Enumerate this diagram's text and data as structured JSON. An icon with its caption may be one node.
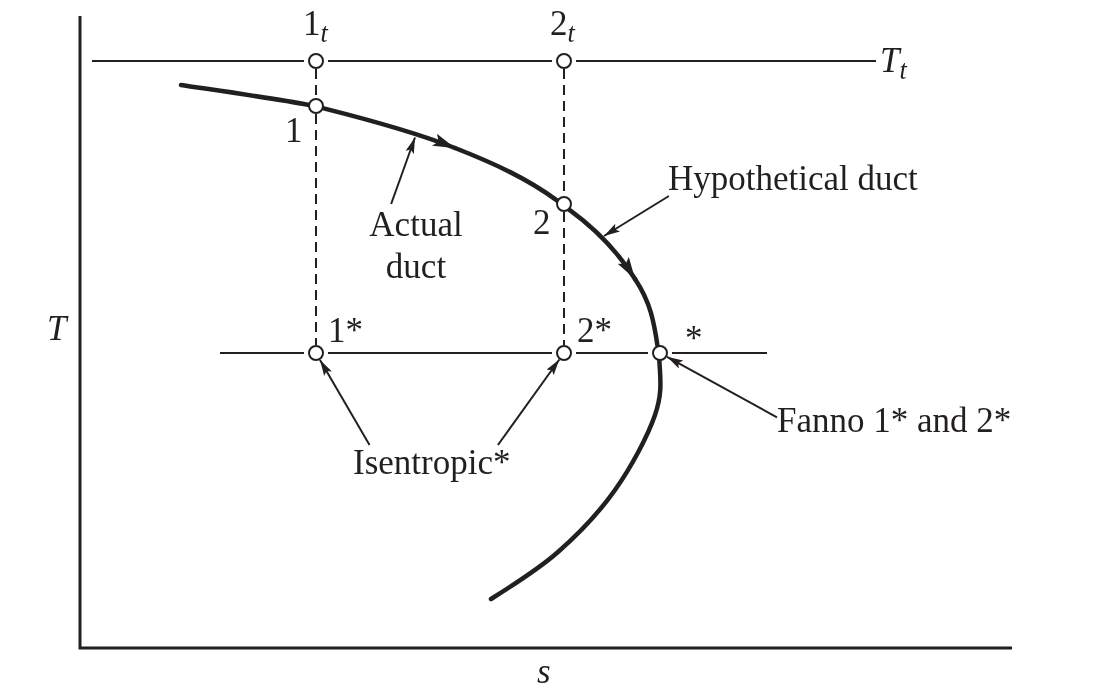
{
  "diagram": {
    "nodes": [
      {
        "text": [],
        "shape": "circle",
        "beside": [
          "1$_{t}$"
        ]
      },
      {
        "text": [],
        "shape": "circle",
        "beside": [
          "2$_{t}$"
        ]
      },
      {
        "text": [
          "T$_{t}$"
        ]
      },
      {
        "text": [],
        "shape": "circle",
        "beside": [
          "1"
        ]
      },
      {
        "text": [
          "Hypothetical duct"
        ]
      },
      {
        "text": [],
        "shape": "circle",
        "beside": [
          "2"
        ]
      },
      {
        "text": [
          "Actual duct"
        ]
      },
      {
        "text": [],
        "shape": "circle",
        "beside": [
          "1*"
        ]
      },
      {
        "text": [],
        "shape": "circle",
        "beside": [
          "2*"
        ]
      },
      {
        "text": [],
        "shape": "circle",
        "beside": [
          "*"
        ]
      },
      {
        "text": [
          "Fanno 1* and 2*"
        ]
      },
      {
        "text": [
          "Isentropic*"
        ]
      }
    ],
    "edges": [
      {
        "from": null,
        "to": 0,
        "arrow": "none"
      },
      {
        "from": 0,
        "to": 1,
        "arrow": "none"
      },
      {
        "from": 1,
        "to": 2,
        "arrow": "none"
      },
      {
        "from": 0,
        "to": 3,
        "arrow": "none",
        "style": "dashed"
      },
      {
        "from": 3,
        "to": 7,
        "arrow": "none",
        "style": "dashed"
      },
      {
        "from": 1,
        "to": 5,
        "arrow": "none",
        "style": "dashed"
      },
      {
        "from": 5,
        "to": 8,
        "arrow": "none",
        "style": "dashed"
      },
      {
        "from": null,
        "to": 3,
        "arrow": "none",
        "style": "thick"
      },
      {
        "from": 3,
        "to": null,
        "arrow": "to",
        "style": "thick"
      },
      {
        "from": null,
        "to": 5,
        "arrow": "none",
        "style": "thick"
      },
      {
        "from": 5,
        "to": null,
        "arrow": "to",
        "style": "thick"
      },
      {
        "from": null,
        "to": 9,
        "arrow": "none",
        "style": "thick"
      },
      {
        "from": 9,
        "to": null,
        "arrow": "none",
        "style": "thick"
      },
      {
        "from": null,
        "to": 7,
        "arrow": "none"
      },
      {
        "from": 7,
        "to": 8,
        "arrow": "none"
      },
      {
        "from": 8,
        "to": 9,
        "arrow": "none"
      },
      {
        "from": 9,
        "to": null,
        "arrow": "none"
      },
      {
        "from": 6,
        "to": null,
        "arrow": "to"
      },
      {
        "from": 4,
        "to": null,
        "arrow": "to"
      },
      {
        "from": 11,
        "to": 7,
        "arrow": "to"
      },
      {
        "from": 11,
        "to": 8,
        "arrow": "to"
      },
      {
        "from": 10,
        "to": 9,
        "arrow": "to"
      }
    ],
    "labels": [
      "T",
      "s"
    ]
  }
}
